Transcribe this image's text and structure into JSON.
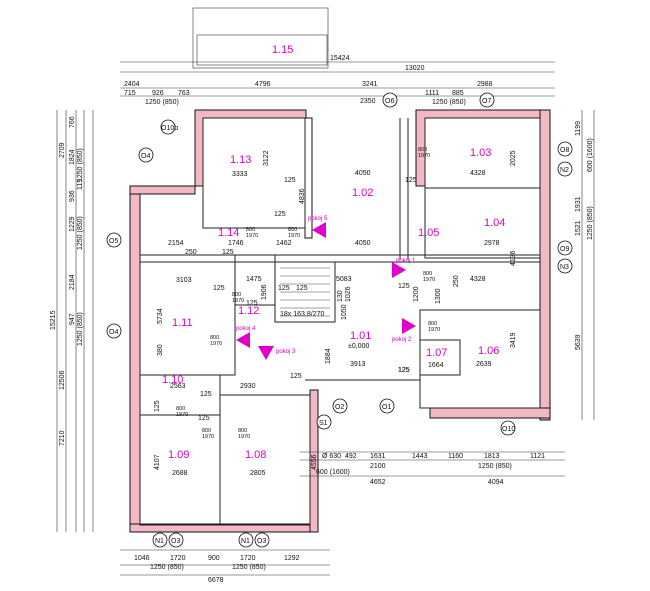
{
  "colors": {
    "wall_fill": "#f2b8c4",
    "wall_stroke": "#111111",
    "label": "#e000c8",
    "line": "#333333",
    "marker": "#e000c8"
  },
  "rooms": [
    {
      "id": "1.15",
      "label": "1.15"
    },
    {
      "id": "1.13",
      "label": "1.13"
    },
    {
      "id": "1.02",
      "label": "1.02"
    },
    {
      "id": "1.03",
      "label": "1.03"
    },
    {
      "id": "1.14",
      "label": "1.14"
    },
    {
      "id": "1.05",
      "label": "1.05"
    },
    {
      "id": "1.04",
      "label": "1.04"
    },
    {
      "id": "1.12",
      "label": "1.12"
    },
    {
      "id": "1.11",
      "label": "1.11"
    },
    {
      "id": "1.01",
      "label": "1.01"
    },
    {
      "id": "1.07",
      "label": "1.07"
    },
    {
      "id": "1.06",
      "label": "1.06"
    },
    {
      "id": "1.10",
      "label": "1.10"
    },
    {
      "id": "1.09",
      "label": "1.09"
    },
    {
      "id": "1.08",
      "label": "1.08"
    }
  ],
  "top_dims": {
    "overall": "15424",
    "row2_total": "13020",
    "row2": [
      "2404",
      "4796",
      "3241",
      "2988"
    ],
    "row3": [
      "715",
      "926",
      "763",
      "1111",
      "885"
    ],
    "row4": [
      "1250 (850)",
      "2350",
      "1250 (850)"
    ]
  },
  "bottom_dims": {
    "right_row1": [
      "Ø 630",
      "492",
      "1631",
      "1443",
      "1160",
      "1813",
      "1121"
    ],
    "right_row2": [
      "600 (1600)",
      "2100",
      "1250 (850)"
    ],
    "right_row3": [
      "4652",
      "4094"
    ],
    "left_row1": [
      "1046",
      "1720",
      "900",
      "1720",
      "1292"
    ],
    "left_row2": [
      "1250 (850)",
      "1250 (850)"
    ],
    "left_row3": "6678"
  },
  "left_dims": {
    "overall": "15215",
    "sub": "12506",
    "col1": [
      "2709",
      "7210"
    ],
    "col2": [
      "766",
      "1824",
      "936",
      "1229",
      "2184",
      "947"
    ],
    "col3": [
      "1250 (850)",
      "1250 (850)",
      "1250 (850)",
      "119"
    ]
  },
  "right_dims": {
    "col1": [
      "1199",
      "1931",
      "1521",
      "5639"
    ],
    "col2": [
      "600 (1600)",
      "1250 (850)"
    ]
  },
  "interior_dims": [
    "3122",
    "3333",
    "125",
    "4836",
    "4050",
    "2025",
    "4328",
    "125",
    "1746",
    "1462",
    "4050",
    "2978",
    "2154",
    "250",
    "1475",
    "5083",
    "4328",
    "4136",
    "3103",
    "1906",
    "125",
    "1026",
    "250",
    "1200",
    "125",
    "1300",
    "130",
    "1050",
    "18x 163,8/270",
    "5734",
    "380",
    "1884",
    "3419",
    "3913",
    "2639",
    "1664",
    "125",
    "2563",
    "125",
    "2930",
    "125",
    "4107",
    "2688",
    "2805",
    "125",
    "125",
    "4556",
    "2154",
    "250",
    "125",
    "125",
    "125",
    "125",
    "125",
    "125",
    "125",
    "125",
    "125",
    "125",
    "125",
    "125",
    "125"
  ],
  "door_labels": [
    "800",
    "1970",
    "800",
    "1970",
    "800",
    "1970",
    "800",
    "1970",
    "800",
    "1970",
    "800",
    "1970",
    "800",
    "1970",
    "800",
    "1970",
    "800",
    "1970",
    "800",
    "1970",
    "800",
    "1970",
    "800",
    "1970",
    "800",
    "1970"
  ],
  "level": "±0,000",
  "axis_markers": [
    "O10b",
    "O4",
    "O5",
    "O4",
    "O6",
    "O7",
    "O8",
    "N2",
    "O9",
    "N3",
    "O2",
    "O1",
    "O10",
    "S1",
    "N1",
    "O3",
    "N1",
    "O3"
  ],
  "notes": [
    "pokoj 5",
    "pokoj 1",
    "pokoj 2",
    "pokoj 3",
    "pokoj 4"
  ]
}
